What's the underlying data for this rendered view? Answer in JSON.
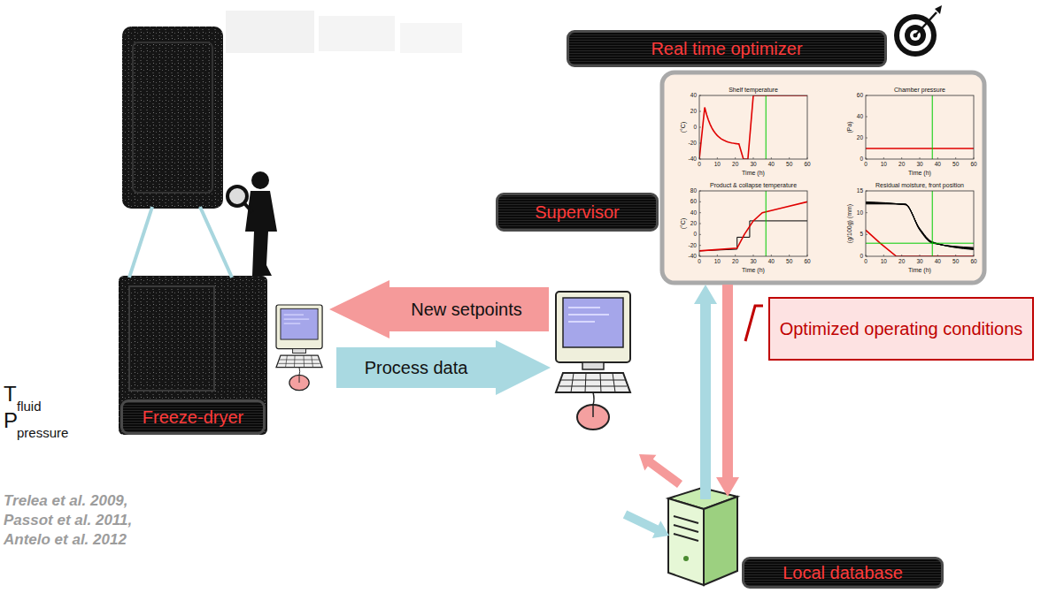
{
  "diagram": {
    "nodes": [
      {
        "text": [
          "Real time optimizer"
        ]
      },
      {
        "text": [
          "Supervisor"
        ]
      },
      {
        "text": [
          "Optimized operating conditions"
        ]
      },
      {
        "text": [
          "Freeze-dryer"
        ]
      },
      {
        "text": [
          "Local database"
        ]
      }
    ],
    "labels": [
      "New setpoints",
      "Process data",
      "T",
      "fluid",
      "P",
      "pressure",
      "Trelea et al. 2009,",
      "Passot et al. 2011,",
      "Antelo et al. 2012",
      "Shelf temperature",
      "(°C)",
      "40",
      "20",
      "0",
      "-20",
      "-40",
      "0",
      "10",
      "20",
      "30",
      "40",
      "50",
      "60",
      "Time (h)",
      "Chamber pressure",
      "(Pa)",
      "60",
      "40",
      "20",
      "0",
      "0",
      "10",
      "20",
      "30",
      "40",
      "50",
      "60",
      "Time (h)",
      "Product & collapse temperature",
      "(°C)",
      "80",
      "60",
      "40",
      "20",
      "0",
      "-20",
      "-40",
      "0",
      "10",
      "20",
      "30",
      "40",
      "50",
      "60",
      "Time (h)",
      "Residual moisture, front position",
      "(g/100g) (mm)",
      "15",
      "10",
      "5",
      "0",
      "0",
      "10",
      "20",
      "30",
      "40",
      "50",
      "60",
      "Time (h)"
    ]
  }
}
